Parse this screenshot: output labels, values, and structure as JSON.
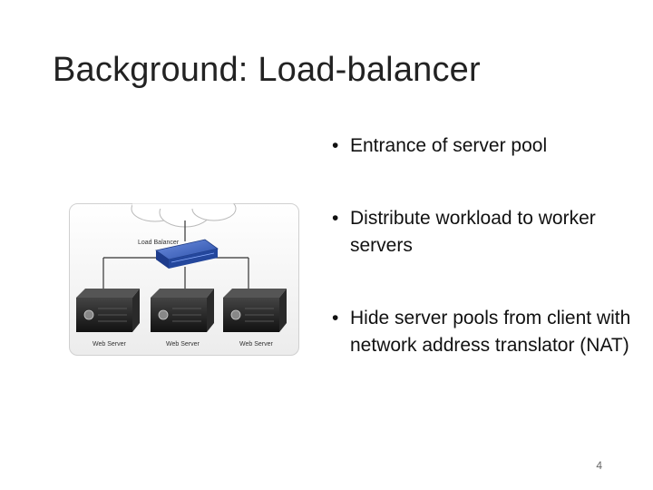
{
  "slide": {
    "title": "Background: Load-balancer",
    "bullets": [
      "Entrance of server pool",
      "Distribute workload to worker servers",
      "Hide server pools from client with network address translator (NAT)"
    ],
    "bullet_glyph": "•",
    "page_number": "4"
  },
  "diagram": {
    "load_balancer_label": "Load Balancer",
    "server_labels": [
      "Web Server",
      "Web Server",
      "Web Server"
    ],
    "icons": [
      "cloud-icon",
      "load-balancer-device-icon",
      "server-icon"
    ],
    "colors": {
      "device_blue": "#2a4fa8",
      "server_dark": "#1c1c1c",
      "line": "#333333",
      "frame_border": "#d0d0d0"
    }
  }
}
